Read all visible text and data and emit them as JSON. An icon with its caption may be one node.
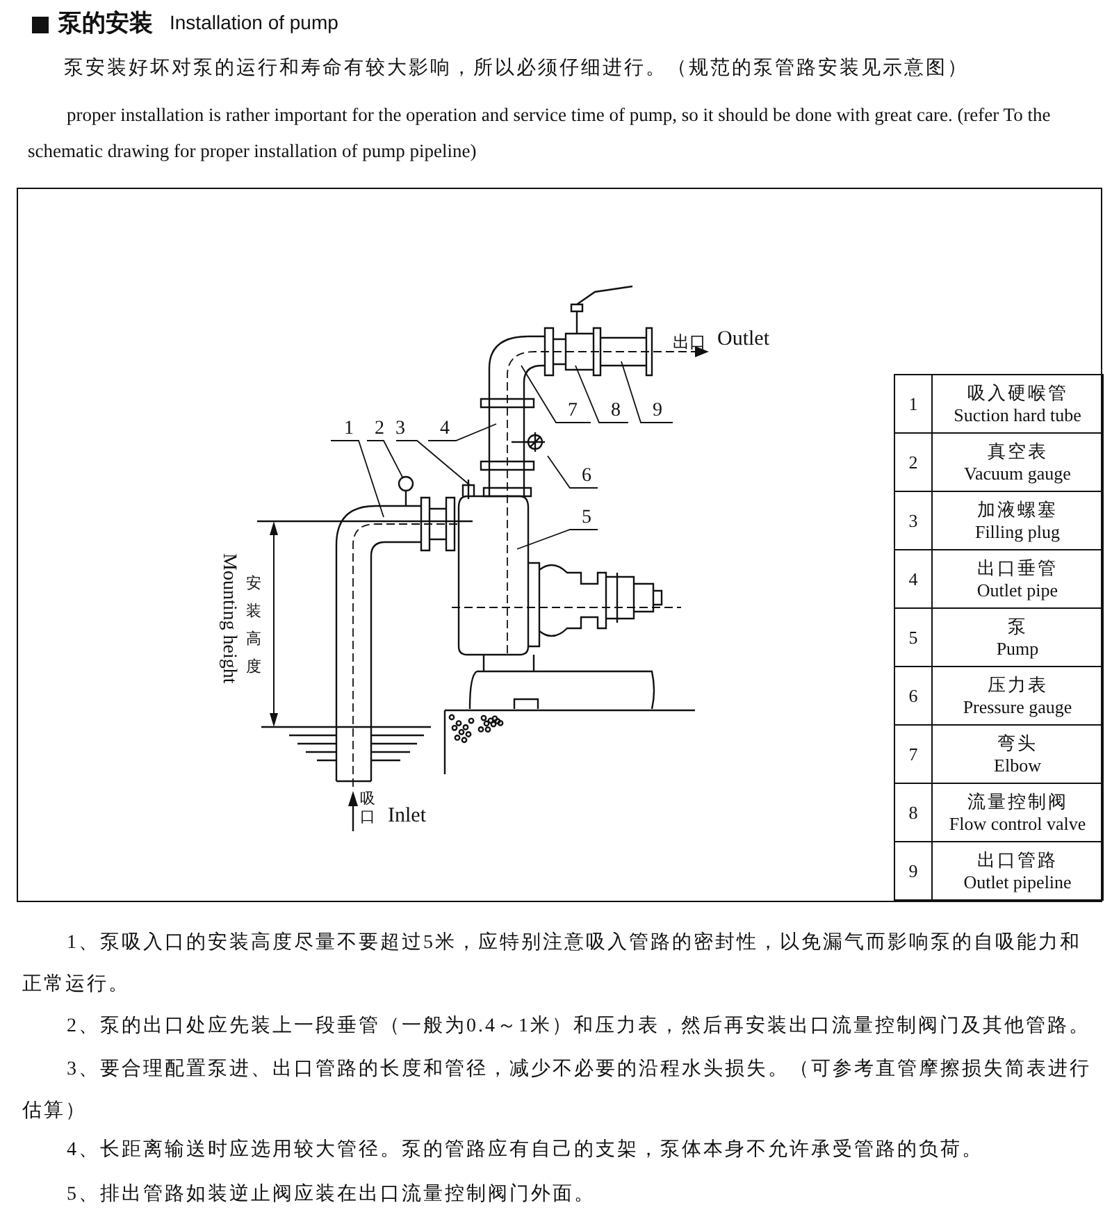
{
  "diagram": {
    "title": "泵的安装",
    "nodes": [
      {
        "text": [
          "1"
        ]
      },
      {
        "text": [
          "2"
        ]
      },
      {
        "text": [
          "3"
        ]
      },
      {
        "text": [
          "4"
        ]
      },
      {
        "text": [
          "5"
        ]
      },
      {
        "text": [
          "6"
        ]
      },
      {
        "text": [
          "7"
        ]
      },
      {
        "text": [
          "8"
        ]
      },
      {
        "text": [
          "9"
        ]
      },
      {
        "text": [],
        "shape": "circle"
      }
    ],
    "edges": [
      {
        "from": 0,
        "to": null,
        "arrow": "none"
      },
      {
        "from": 1,
        "to": 9,
        "arrow": "none"
      },
      {
        "from": 2,
        "to": null,
        "arrow": "none"
      },
      {
        "from": 3,
        "to": null,
        "arrow": "none"
      },
      {
        "from": 4,
        "to": null,
        "arrow": "none"
      },
      {
        "from": 5,
        "to": null,
        "arrow": "none"
      },
      {
        "from": 6,
        "to": null,
        "arrow": "none"
      },
      {
        "from": 7,
        "to": null,
        "arrow": "none"
      },
      {
        "from": 8,
        "to": null,
        "arrow": "none"
      }
    ],
    "labels": [
      "Installation of pump",
      "泵安装好坏对泵的运行和寿命有较大影响，所以必须仔细进行。（规范的泵管路安装见示意图）",
      "proper installation is rather important for the operation and service time of pump, so it should be done with great care. (refer To the schematic drawing for proper installation of pump pipeline)",
      "出口",
      "Outlet",
      "Mounting height",
      "安装高度",
      "吸口",
      "Inlet",
      "1",
      "吸入硬喉管",
      "Suction hard tube",
      "2",
      "真空表",
      "Vacuum gauge",
      "3",
      "加液螺塞",
      "Filling plug",
      "4",
      "出口垂管",
      "Outlet pipe",
      "5",
      "泵",
      "Pump",
      "6",
      "压力表",
      "Pressure gauge",
      "7",
      "弯头",
      "Elbow",
      "8",
      "流量控制阀",
      "Flow control valve",
      "9",
      "出口管路",
      "Outlet pipeline",
      "1、泵吸入口的安装高度尽量不要超过5米，应特别注意吸入管路的密封性，以免漏气而影响泵的自吸能力和正常运行。",
      "2、泵的出口处应先装上一段垂管（一般为0.4～1米）和压力表，然后再安装出口流量控制阀门及其他管路。",
      "3、要合理配置泵进、出口管路的长度和管径，减少不必要的沿程水头损失。（可参考直管摩擦损失简表进行估算）",
      "4、长距离输送时应选用较大管径。泵的管路应有自己的支架，泵体本身不允许承受管路的负荷。",
      "5、排出管路如装逆止阀应装在出口流量控制阀门外面。"
    ]
  }
}
